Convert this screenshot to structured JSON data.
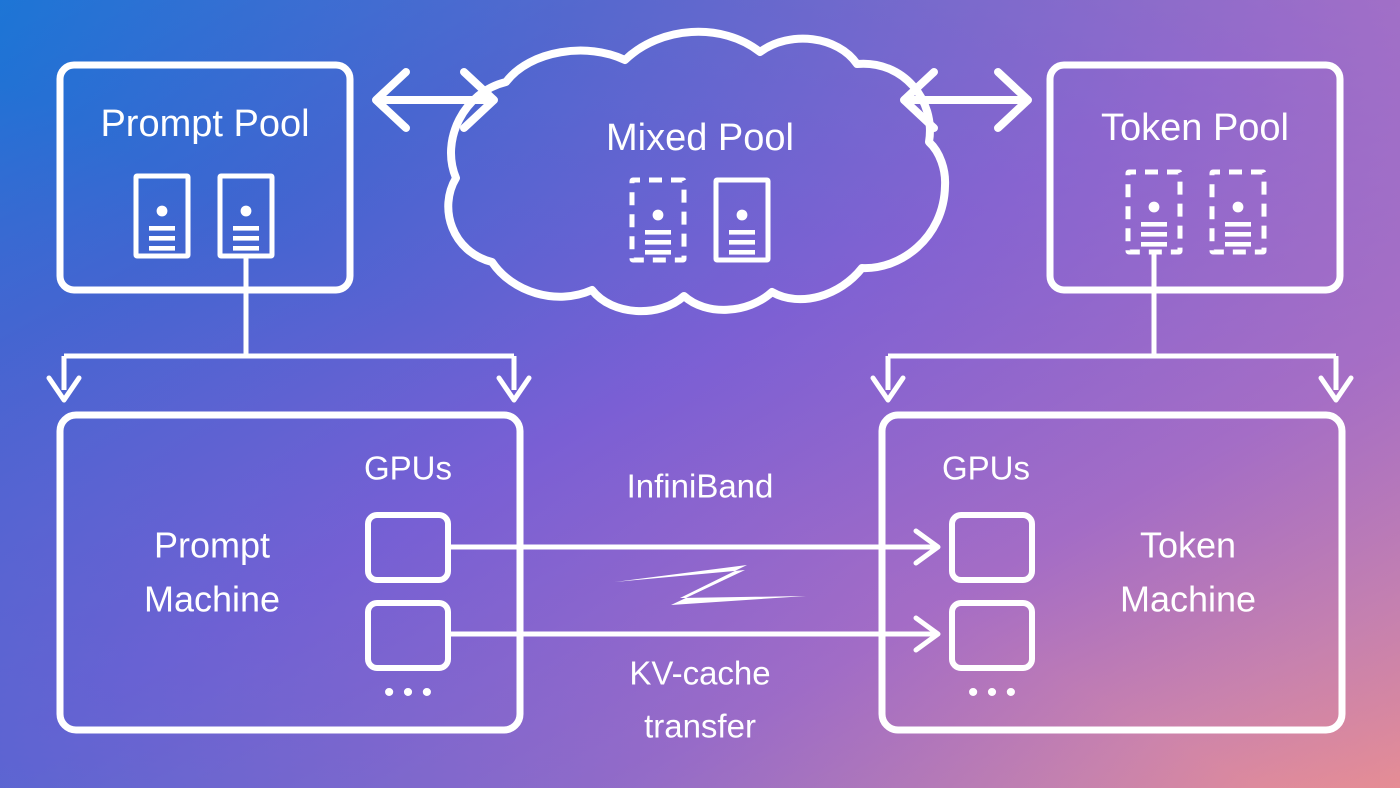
{
  "diagram": {
    "title": "Prompt Pool / Token Pool disaggregated serving architecture",
    "background": {
      "gradient_from": "#1277d4",
      "gradient_via": "#7b5fd4",
      "gradient_to": "#f2918e",
      "top_right": "#bd7cbd",
      "bottom_left": "#4069d0"
    },
    "stroke_color": "#ffffff",
    "pools": {
      "prompt": {
        "label": "Prompt Pool",
        "servers": [
          {
            "style": "solid"
          },
          {
            "style": "solid"
          }
        ]
      },
      "mixed": {
        "label": "Mixed Pool",
        "shape": "cloud",
        "servers": [
          {
            "style": "dashed"
          },
          {
            "style": "solid"
          }
        ]
      },
      "token": {
        "label": "Token Pool",
        "servers": [
          {
            "style": "dashed"
          },
          {
            "style": "dashed"
          }
        ]
      }
    },
    "machines": {
      "prompt": {
        "label_line1": "Prompt",
        "label_line2": "Machine",
        "gpus_label": "GPUs",
        "gpu_count_visible": 2,
        "ellipsis": "• • •"
      },
      "token": {
        "label_line1": "Token",
        "label_line2": "Machine",
        "gpus_label": "GPUs",
        "gpu_count_visible": 2,
        "ellipsis": "• • •"
      }
    },
    "links": {
      "interconnect_label": "InfiniBand",
      "transfer_label_line1": "KV-cache",
      "transfer_label_line2": "transfer",
      "icon": "lightning-bolt",
      "arrow_count": 2,
      "arrow_direction": "prompt-machine-to-token-machine"
    },
    "pool_arrows": [
      {
        "name": "prompt-pool-to-mixed-pool",
        "type": "double-headed"
      },
      {
        "name": "token-pool-to-mixed-pool",
        "type": "double-headed"
      }
    ],
    "flow_arrows": [
      {
        "name": "prompt-pool-to-prompt-machine",
        "type": "fork-down"
      },
      {
        "name": "token-pool-to-token-machine",
        "type": "fork-down"
      }
    ]
  }
}
